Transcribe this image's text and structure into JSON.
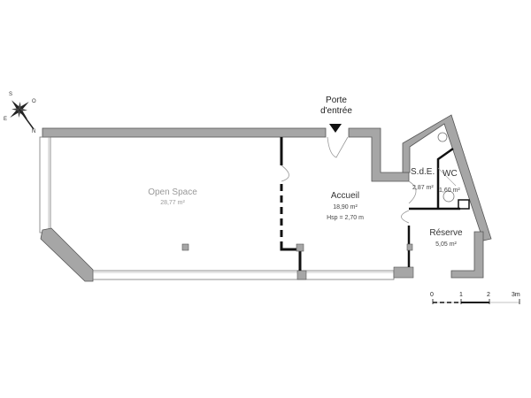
{
  "plan": {
    "entrance": {
      "line1": "Porte",
      "line2": "d'entrée",
      "icon": "arrow-down-icon"
    },
    "rooms": [
      {
        "name": "Open Space",
        "area": "28,77 m²"
      },
      {
        "name": "Accueil",
        "area": "18,90 m²",
        "height": "Hsp = 2,70 m"
      },
      {
        "name": "S.d.E.",
        "area": "2,87 m²"
      },
      {
        "name": "WC",
        "area": "1,60 m²"
      },
      {
        "name": "Réserve",
        "area": "5,05 m²"
      }
    ],
    "scale": {
      "ticks": [
        "0",
        "1",
        "2",
        "3m"
      ]
    },
    "compass": {
      "letters": [
        "S",
        "O",
        "E",
        "N"
      ],
      "icon": "compass-rose-icon"
    }
  },
  "colors": {
    "wall": "#a6a6a6",
    "wall_stroke": "#555555",
    "partition": "#111111",
    "window": "#888888"
  }
}
